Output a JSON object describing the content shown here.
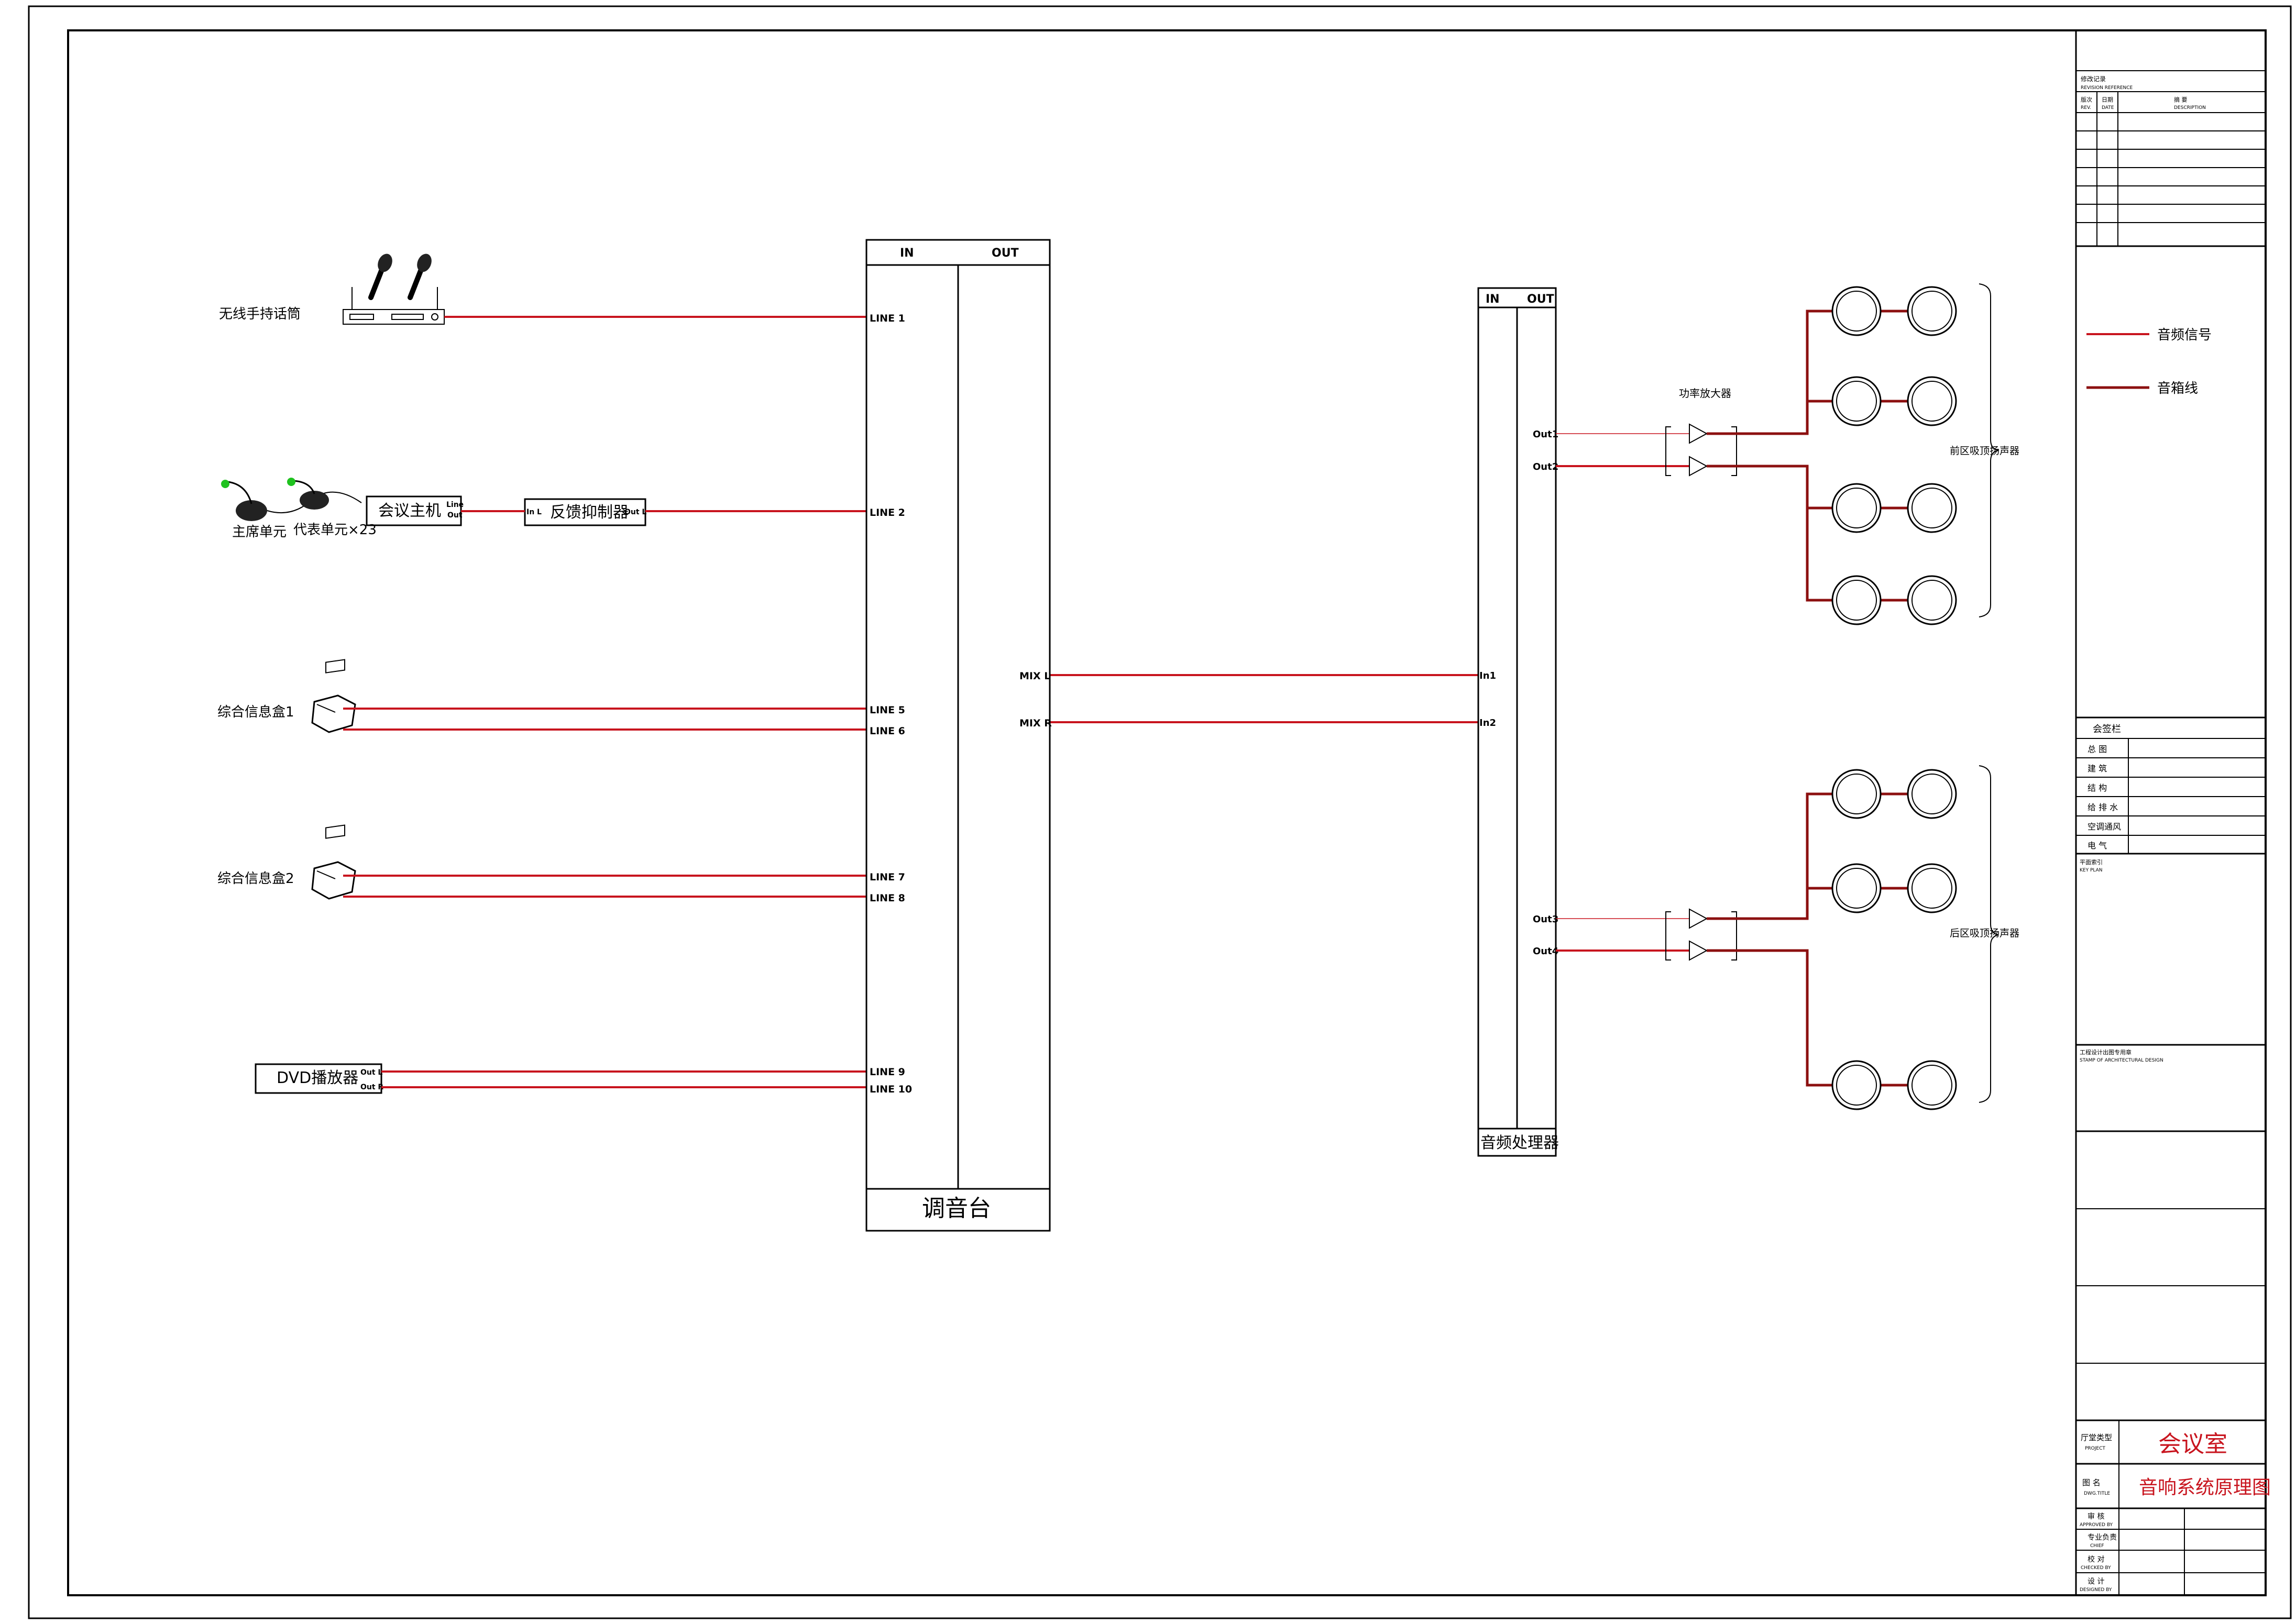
{
  "colors": {
    "audio_signal": "#c8141e",
    "speaker_cable": "#8c1010",
    "title_text": "#c8141e"
  },
  "sources": {
    "wireless_mic": "无线手持话筒",
    "chairman_unit": "主席单元",
    "delegate_unit": "代表单元×23",
    "info_box_1": "综合信息盒1",
    "info_box_2": "综合信息盒2"
  },
  "conference_host": {
    "label": "会议主机",
    "line": "Line",
    "out": "Out"
  },
  "feedback": {
    "label": "反馈抑制器",
    "in": "In L",
    "out": "Out L"
  },
  "dvd": {
    "label": "DVD播放器",
    "out_l": "Out L",
    "out_r": "Out R"
  },
  "mixer": {
    "in": "IN",
    "out": "OUT",
    "name": "调音台",
    "lines": [
      "LINE 1",
      "LINE 2",
      "LINE 5",
      "LINE 6",
      "LINE 7",
      "LINE 8",
      "LINE 9",
      "LINE 10"
    ],
    "mix_l": "MIX L",
    "mix_r": "MIX R"
  },
  "processor": {
    "in": "IN",
    "out": "OUT",
    "name": "音频处理器",
    "in1": "In1",
    "in2": "In2",
    "outs": [
      "Out1",
      "Out2",
      "Out3",
      "Out4"
    ]
  },
  "amplifier": {
    "label": "功率放大器"
  },
  "speakers": {
    "front": "前区吸顶扬声器",
    "rear": "后区吸顶扬声器"
  },
  "legend": {
    "audio_signal": "音频信号",
    "speaker_cable": "音箱线"
  },
  "title_block": {
    "revision_cn": "修改记录",
    "revision_en": "REVISION REFERENCE",
    "rev_col1": "版次",
    "rev_col1_en": "REV.",
    "rev_col2": "日期",
    "rev_col2_en": "DATE",
    "rev_col3": "摘    要",
    "rev_col3_en": "DESCRIPTION",
    "sign": "会签栏",
    "disciplines": [
      "总    图",
      "建    筑",
      "结    构",
      "给 排 水",
      "空调通风",
      "电    气"
    ],
    "key_plan_cn": "平面索引",
    "key_plan_en": "KEY PLAN",
    "stamp_cn": "工程设计出图专用章",
    "stamp_en": "STAMP OF ARCHITECTURAL DESIGN",
    "project_label": "厅堂类型",
    "project_label_en": "PROJECT",
    "project": "会议室",
    "drawing_label": "图    名",
    "drawing_label_en": "DWG.TITLE",
    "drawing": "音响系统原理图",
    "roles": [
      {
        "cn": "审    核",
        "en": "APPROVED BY"
      },
      {
        "cn": "专业负责",
        "en": "CHIEF"
      },
      {
        "cn": "校    对",
        "en": "CHECKED BY"
      },
      {
        "cn": "设    计",
        "en": "DESIGNED BY"
      }
    ]
  }
}
